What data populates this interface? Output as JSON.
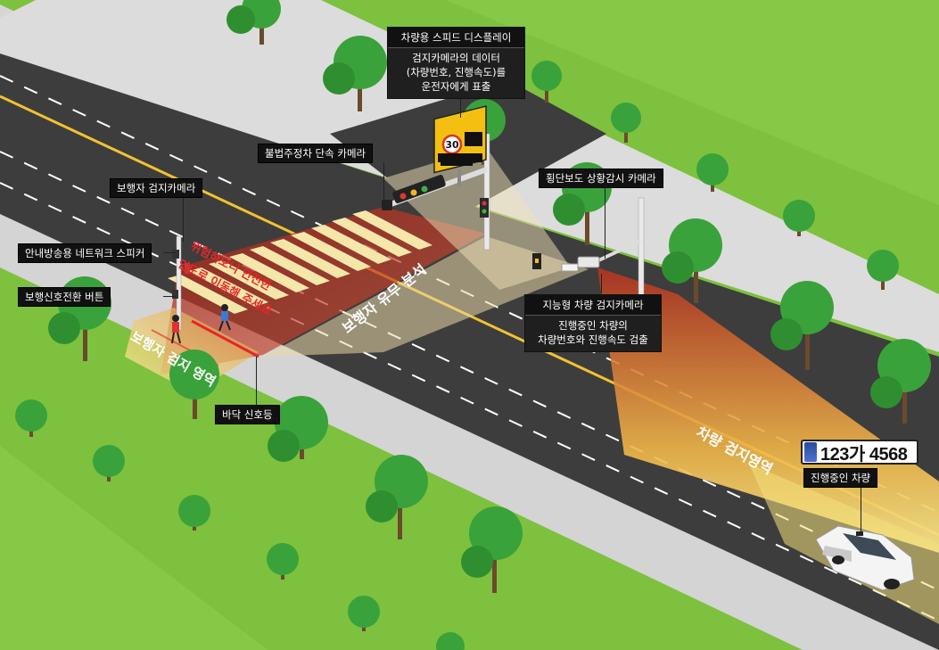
{
  "labels": {
    "speed_display_title": "차량용 스피드 디스플레이",
    "speed_display_desc_1": "검지카메라의 데이터",
    "speed_display_desc_2": "(차량번호, 진행속도)를",
    "speed_display_desc_3": "운전자에게 표출",
    "illegal_parking_camera": "불법주정차 단속 카메라",
    "pedestrian_detect_camera": "보행자 검지카메라",
    "crosswalk_monitor_camera": "횡단보도 상황감시 카메라",
    "broadcast_speaker": "안내방송용 네트워크 스피커",
    "signal_button": "보행신호전환 버튼",
    "smart_vehicle_camera_title": "지능형 차량 검지카메라",
    "smart_vehicle_camera_desc_1": "진행중인 차량의",
    "smart_vehicle_camera_desc_2": "차량번호와 진행속도 검출",
    "floor_signal": "바닥 신호등",
    "moving_vehicle": "진행중인 차량"
  },
  "zones": {
    "pedestrian_analysis": "보행자 유무 분석",
    "pedestrian_detect_area": "보행자 검지 영역",
    "vehicle_detect_area": "차량 검지영역"
  },
  "warning": {
    "line_1": "위험하오니 안전한",
    "line_2": "인도로 이동해 주세요"
  },
  "speed_sign": {
    "limit": "30"
  },
  "license_plate": "123가 4568",
  "colors": {
    "grass": "#7dc13e",
    "road": "#3b3b3b",
    "sidewalk": "#d9d9d9",
    "detect_red": "#c0392b",
    "detect_yellow": "#f4e58c"
  }
}
